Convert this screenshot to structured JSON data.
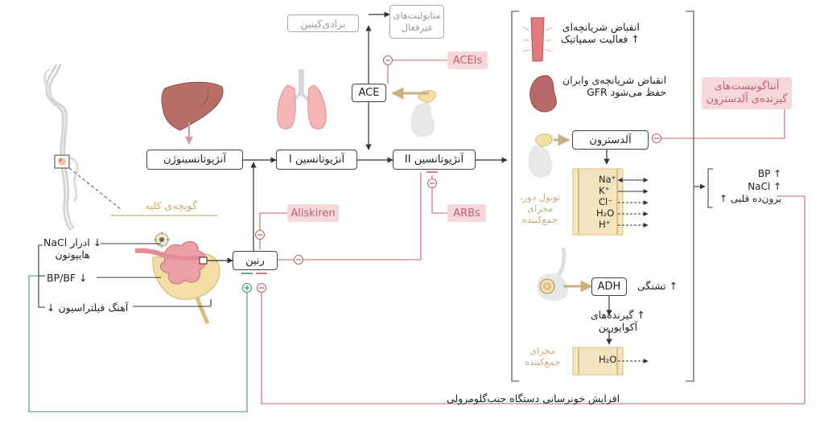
{
  "boxes": {
    "angiotensinogen": "آنژیوتانسینوژن",
    "angiotensin_1": "آنژیوتانسین I",
    "angiotensin_2": "آنژیوتانسین II",
    "ace": "ACE",
    "renin": "رنین",
    "aldosterone": "آلدسترون",
    "adh": "ADH",
    "bradykinin": "برادی‌کینین",
    "inactive_metabolites": "متابولیت‌های\nغیرفعال",
    "h2o_collecting": "H₂O"
  },
  "drugs": {
    "aceis": "ACEIs",
    "arbs": "ARBs",
    "aliskiren": "Aliskiren",
    "aldosterone_antagonists": "آنتاگونیست‌های\nگیرنده‌ی آلدسترون"
  },
  "labels": {
    "glomerulus": "گویچه‌ی کلیه",
    "stimulus_nacl": "NaCl ادرار ↓\nهایپوتون",
    "stimulus_bp_bf": "BP/BF ↓",
    "stimulus_gfr": "آهنگ فیلتراسیون ↓",
    "vasoconstriction_sympathetic": "انقباض شریانچه‌ای\n↑ فعالیت سمپاتیک",
    "efferent_constriction": "انقباض شریانچه‌ی وابران\nGFR حفظ می‌شود",
    "distal_tubule": "توبول دور،\nمجرای\nجمع‌کننده",
    "thirst": "↑ تشنگی",
    "aquaporin_receptors": "↑ گیرنده‌های\nآکواپورین",
    "collecting_duct": "مجرای\nجمع‌کننده",
    "outcomes": "BP ↑\nNaCl ↑\nبرون‌ده قلبی ↑",
    "jg_feedback": "افزایش خونرسانی دستگاه جنب‌گلومرولی",
    "plus": "+",
    "minus": "−"
  },
  "ions": [
    "Na⁺",
    "K⁺",
    "Cl⁻",
    "H₂O",
    "H⁺"
  ],
  "colors": {
    "drug_bg": "#f6d8dc",
    "drug_text": "#c2606c",
    "inhibit_line": "#c9606c",
    "stimulate_line": "#3a9a63",
    "tan": "#c8ab7a",
    "organ_pink": "#e9a6a9",
    "liver": "#b86e68"
  }
}
